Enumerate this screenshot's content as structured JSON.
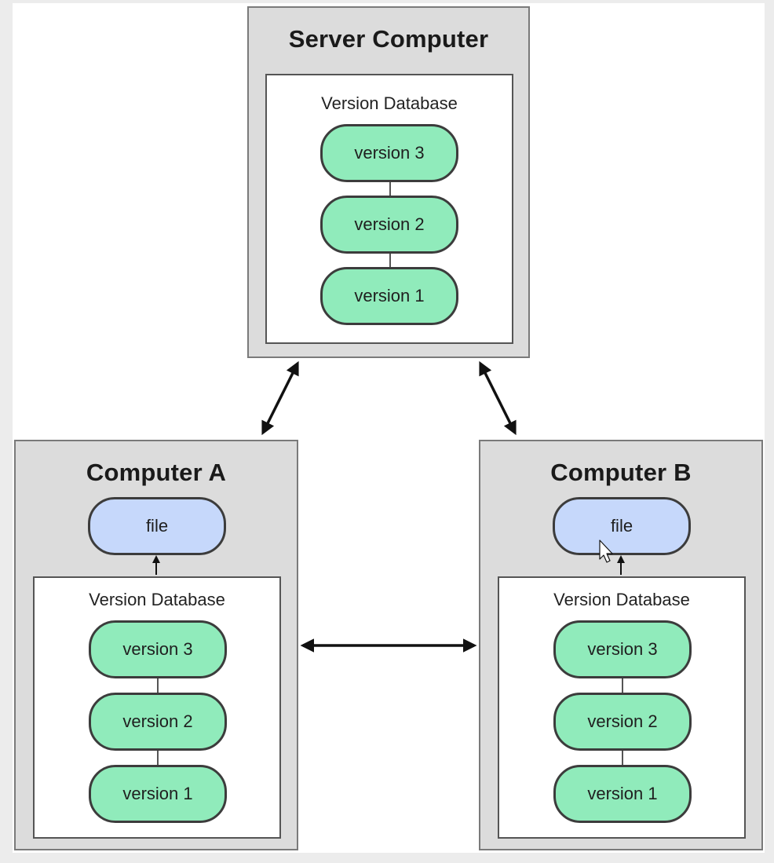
{
  "server": {
    "title": "Server Computer",
    "db_label": "Version Database",
    "versions": [
      "version 3",
      "version 2",
      "version 1"
    ]
  },
  "computer_a": {
    "title": "Computer A",
    "file_label": "file",
    "db_label": "Version Database",
    "versions": [
      "version 3",
      "version 2",
      "version 1"
    ]
  },
  "computer_b": {
    "title": "Computer B",
    "file_label": "file",
    "db_label": "Version Database",
    "versions": [
      "version 3",
      "version 2",
      "version 1"
    ]
  },
  "colors": {
    "version_fill": "#90ebbb",
    "file_fill": "#c6d8fb",
    "computer_fill": "#dcdcdc"
  }
}
